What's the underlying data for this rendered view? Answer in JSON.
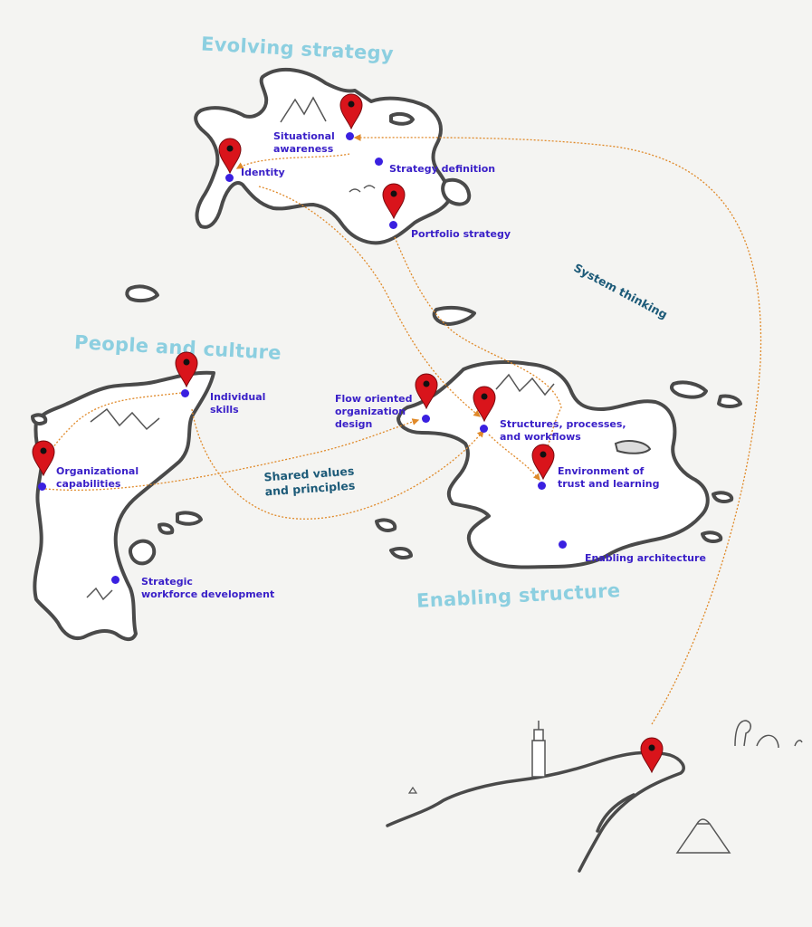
{
  "regions": {
    "evolving_strategy": "Evolving strategy",
    "people_and_culture": "People and culture",
    "enabling_structure": "Enabling structure"
  },
  "themes": {
    "system_thinking": "System thinking",
    "shared_values": "Shared values\nand principles"
  },
  "places": {
    "situational_awareness": "Situational\nawareness",
    "identity": "Identity",
    "strategy_definition": "Strategy definition",
    "portfolio_strategy": "Portfolio strategy",
    "individual_skills": "Individual\nskills",
    "organizational_capabilities": "Organizational\ncapabilities",
    "strategic_workforce_development": "Strategic\nworkforce development",
    "flow_oriented_organization_design": "Flow oriented\norganization\ndesign",
    "structures_processes_workflows": "Structures, processes,\nand workflows",
    "environment_of_trust": "Environment of\ntrust and learning",
    "enabling_architecture": "Enabling architecture"
  },
  "colors": {
    "region_title": "#8ccfe0",
    "theme_label": "#1c5a78",
    "place_label": "#3a20c8",
    "place_dot": "#3a20e0",
    "pin": "#d9141b",
    "route": "#e08a2a",
    "coast": "#4a4a4a"
  }
}
